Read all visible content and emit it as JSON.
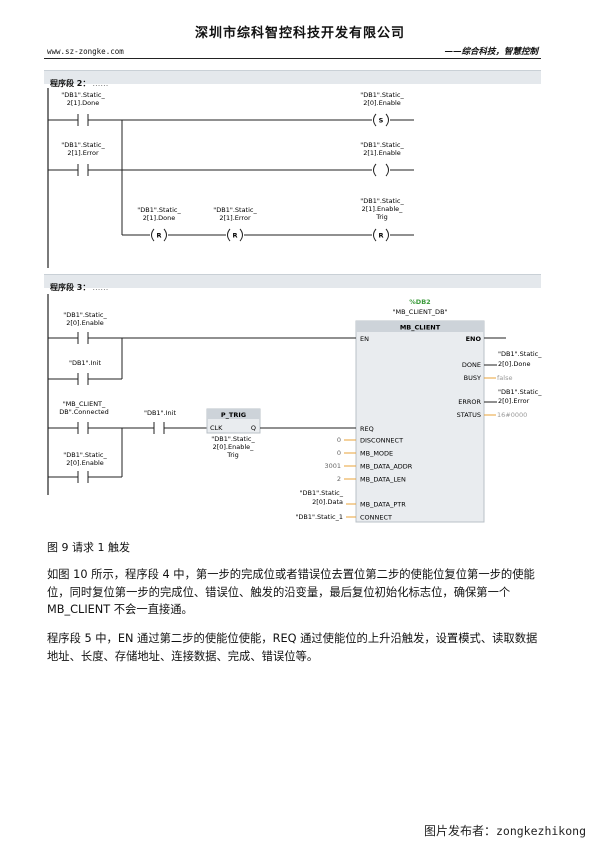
{
  "header": {
    "company": "深圳市综科智控科技开发有限公司",
    "url": "www.sz-zongke.com",
    "slogan": "——综合科技，智慧控制"
  },
  "segment2": {
    "title": "程序段 2：",
    "dots": "……",
    "contacts": [
      {
        "line1": "\"DB1\".Static_",
        "line2": "2[1].Done"
      },
      {
        "line1": "\"DB1\".Static_",
        "line2": "2[1].Error"
      }
    ],
    "coils": [
      {
        "line1": "\"DB1\".Static_",
        "line2": "2[0].Enable",
        "line3": "",
        "symbol": "S"
      },
      {
        "line1": "\"DB1\".Static_",
        "line2": "2[1].Enable",
        "line3": "",
        "symbol": ""
      },
      {
        "line1": "\"DB1\".Static_",
        "line2": "2[1].Enable_",
        "line3": "Trig",
        "symbol": "R"
      }
    ],
    "reset_coils": [
      {
        "line1": "\"DB1\".Static_",
        "line2": "2[1].Done",
        "symbol": "R"
      },
      {
        "line1": "\"DB1\".Static_",
        "line2": "2[1].Error",
        "symbol": "R"
      }
    ]
  },
  "segment3": {
    "title": "程序段 3：",
    "dots": "……",
    "contacts": [
      {
        "line1": "\"DB1\".Static_",
        "line2": "2[0].Enable"
      },
      {
        "line1": "\"DB1\".Init",
        "line2": ""
      },
      {
        "line1": "\"MB_CLIENT_",
        "line2": "DB\".Connected"
      },
      {
        "line1": "\"DB1\".Init",
        "line2": ""
      },
      {
        "line1": "\"DB1\".Static_",
        "line2": "2[0].Enable"
      }
    ],
    "ptrig": {
      "name": "P_TRIG",
      "clk": "CLK",
      "q": "Q",
      "param_line1": "\"DB1\".Static_",
      "param_line2": "2[0].Enable_",
      "param_line3": "Trig"
    },
    "block": {
      "db_number": "%DB2",
      "db_name": "\"MB_CLIENT_DB\"",
      "name": "MB_CLIENT",
      "inputs": [
        {
          "pin": "EN",
          "value": ""
        },
        {
          "pin": "REQ",
          "value": ""
        },
        {
          "pin": "DISCONNECT",
          "value": "0"
        },
        {
          "pin": "MB_MODE",
          "value": "0"
        },
        {
          "pin": "MB_DATA_ADDR",
          "value": "3001"
        },
        {
          "pin": "MB_DATA_LEN",
          "value": "2"
        },
        {
          "pin": "MB_DATA_PTR",
          "value": ""
        },
        {
          "pin": "CONNECT",
          "value": ""
        }
      ],
      "ptr_param_line1": "\"DB1\".Static_",
      "ptr_param_line2": "2[0].Data",
      "connect_param": "\"DB1\".Static_1",
      "outputs": [
        {
          "pin": "ENO",
          "line1": "",
          "line2": ""
        },
        {
          "pin": "DONE",
          "line1": "\"DB1\".Static_",
          "line2": "2[0].Done"
        },
        {
          "pin": "BUSY",
          "line1": "false",
          "line2": ""
        },
        {
          "pin": "ERROR",
          "line1": "\"DB1\".Static_",
          "line2": "2[0].Error"
        },
        {
          "pin": "STATUS",
          "line1": "16#0000",
          "line2": ""
        }
      ]
    }
  },
  "caption": "图 9 请求 1 触发",
  "paragraphs": [
    "如图 10 所示，程序段 4 中，第一步的完成位或者错误位去置位第二步的使能位复位第一步的使能位，同时复位第一步的完成位、错误位、触发的沿变量，最后复位初始化标志位，确保第一个 MB_CLIENT 不会一直接通。",
    "程序段 5 中，EN 通过第二步的使能位使能，REQ 通过使能位的上升沿触发，设置模式、读取数据地址、长度、存储地址、连接数据、完成、错误位等。"
  ],
  "watermark": {
    "prefix": "图片发布者：",
    "user": "zongkezhikong"
  },
  "colors": {
    "constant": "#e8a33a",
    "block_fill": "#e9ecef",
    "block_header": "#cdd3d9",
    "db_green": "#3a9a3a",
    "section_bar": "#e4e8ec"
  }
}
